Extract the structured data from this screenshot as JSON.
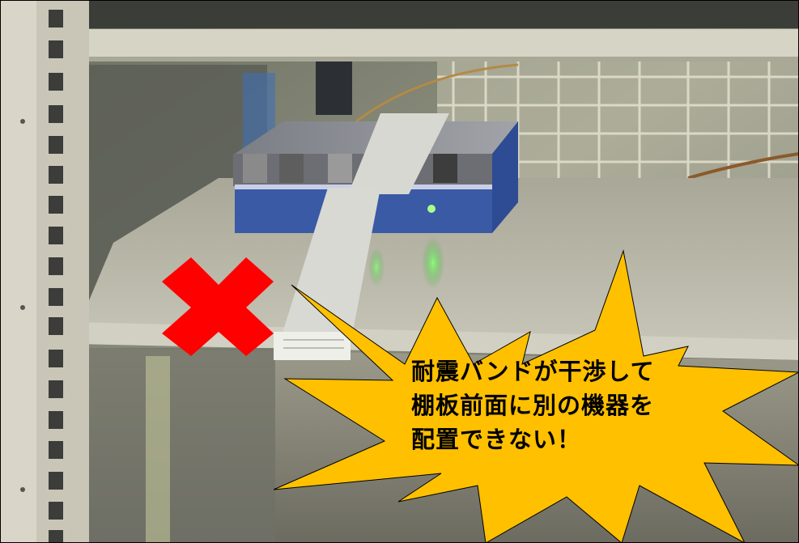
{
  "scene": {
    "subject": "server rack shelf with device and seismic band",
    "colors": {
      "rack_frame": "#d9d6c9",
      "shelf_metal": "#b9b6a9",
      "device_blue": "#3a5aa6",
      "band": "#d8d8d2",
      "mark_red": "#ff0000",
      "burst_fill": "#ffc000",
      "text": "#000000"
    },
    "icons": {
      "prohibited_mark": "cross-mark-icon",
      "callout_shape": "starburst-callout"
    }
  },
  "callout": {
    "lines": [
      "耐震バンドが干渉して",
      "棚板前面に別の機器を",
      "配置できない！"
    ]
  }
}
